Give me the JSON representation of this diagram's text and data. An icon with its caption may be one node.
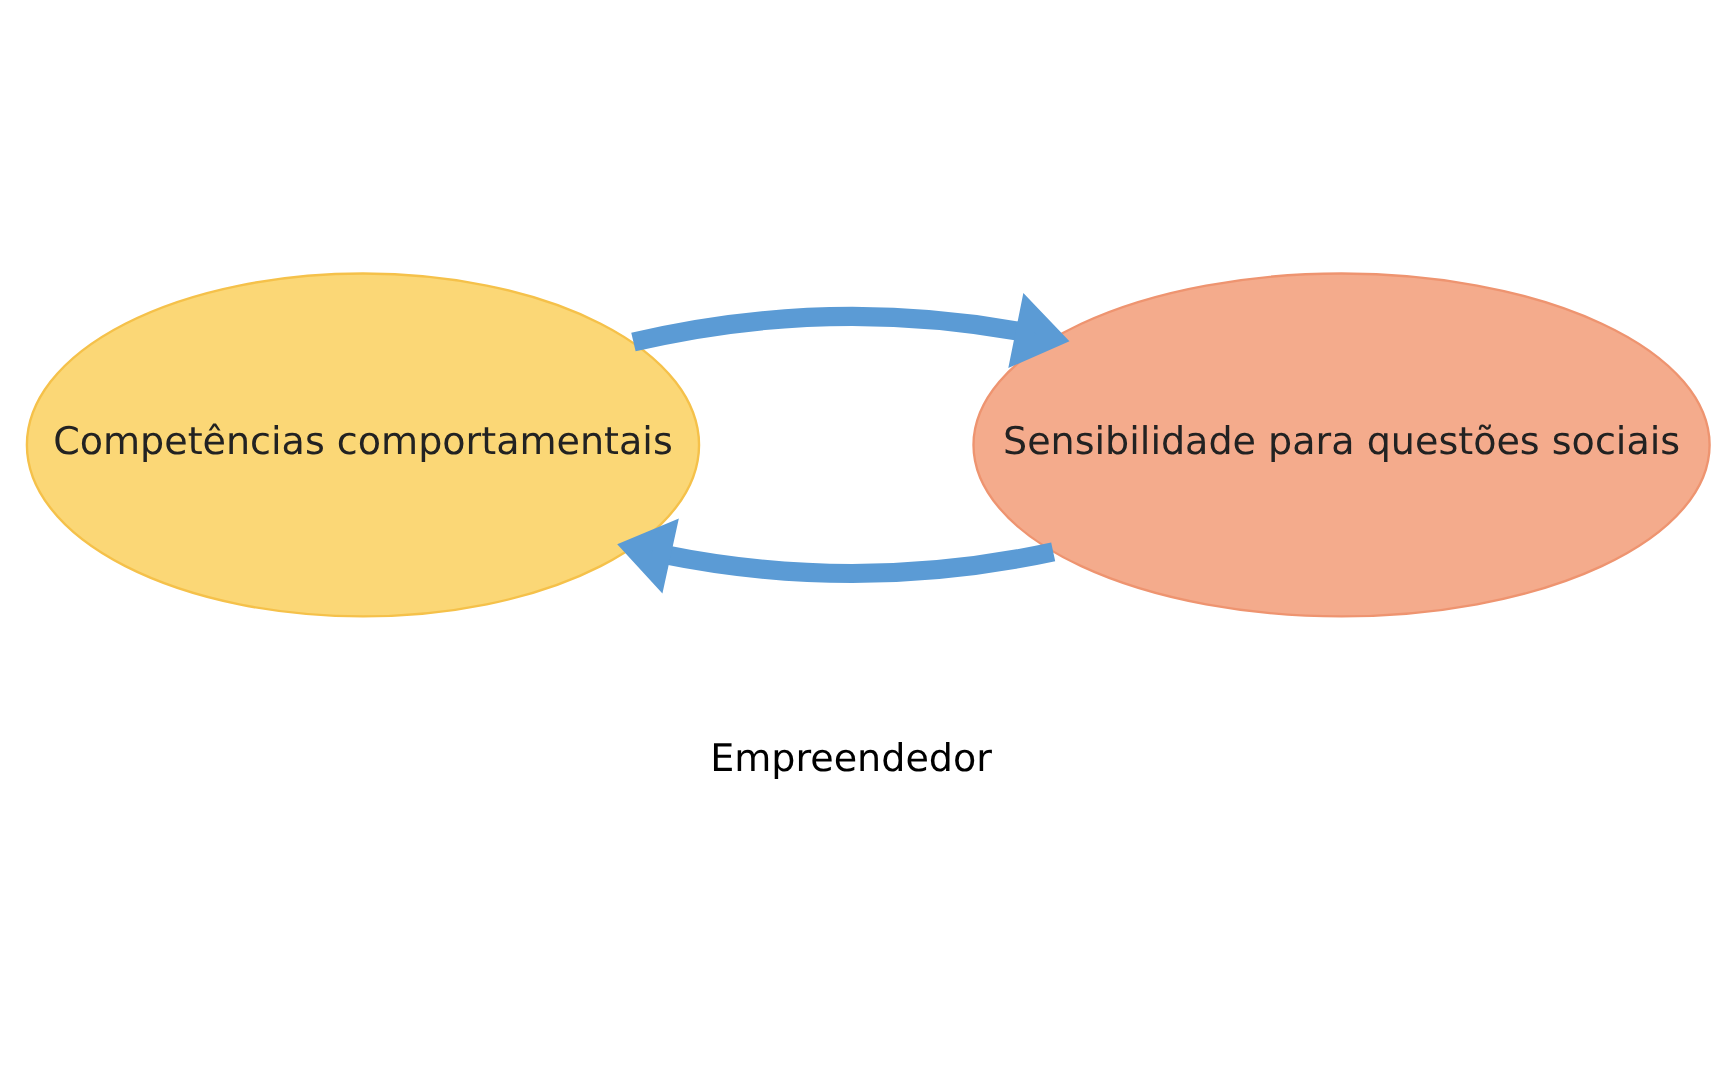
{
  "diagram": {
    "nodes": [
      {
        "text": [
          "Competências comportamentais"
        ]
      },
      {
        "text": [
          "Sensibilidade para questões sociais"
        ]
      }
    ],
    "edges": [
      {
        "from": 1,
        "to": 0,
        "arrow": "to"
      },
      {
        "from": 0,
        "to": 1,
        "arrow": "to"
      }
    ],
    "labels": [
      "Empreendedor"
    ]
  }
}
